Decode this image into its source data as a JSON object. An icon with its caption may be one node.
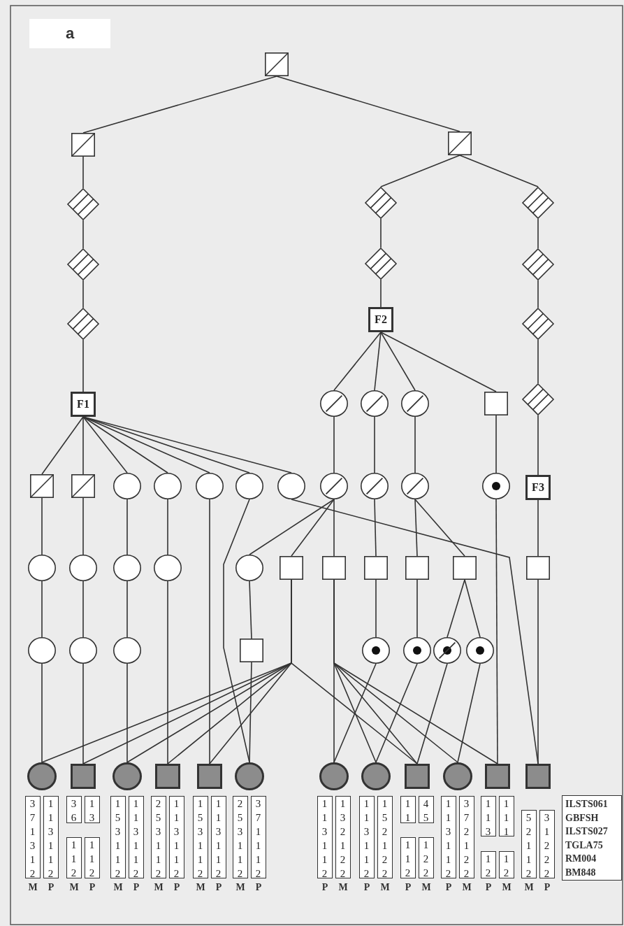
{
  "diagram": {
    "nodes": [
      {
        "text": [],
        "shape": "box"
      },
      {
        "text": [],
        "shape": "box"
      },
      {
        "text": [],
        "shape": "box"
      },
      {
        "text": [],
        "shape": "diamond"
      },
      {
        "text": [],
        "shape": "diamond"
      },
      {
        "text": [],
        "shape": "diamond"
      },
      {
        "text": [],
        "shape": "diamond"
      },
      {
        "text": [],
        "shape": "diamond"
      },
      {
        "text": [],
        "shape": "diamond"
      },
      {
        "text": [],
        "shape": "diamond"
      },
      {
        "text": [
          "F2"
        ]
      },
      {
        "text": [],
        "shape": "diamond"
      },
      {
        "text": [
          "F1"
        ]
      },
      {
        "text": [],
        "shape": "circle"
      },
      {
        "text": [],
        "shape": "circle"
      },
      {
        "text": [],
        "shape": "circle"
      },
      {
        "text": [],
        "shape": "box"
      },
      {
        "text": [],
        "shape": "diamond"
      },
      {
        "text": [],
        "shape": "box"
      },
      {
        "text": [],
        "shape": "box"
      },
      {
        "text": [],
        "shape": "circle"
      },
      {
        "text": [],
        "shape": "circle"
      },
      {
        "text": [],
        "shape": "circle"
      },
      {
        "text": [],
        "shape": "circle"
      },
      {
        "text": [],
        "shape": "circle"
      },
      {
        "text": [],
        "shape": "circle"
      },
      {
        "text": [],
        "shape": "circle"
      },
      {
        "text": [],
        "shape": "circle"
      },
      {
        "text": [],
        "shape": "circle"
      },
      {
        "text": [
          "F3"
        ]
      },
      {
        "text": [],
        "shape": "circle"
      },
      {
        "text": [],
        "shape": "circle"
      },
      {
        "text": [],
        "shape": "circle"
      },
      {
        "text": [],
        "shape": "circle"
      },
      {
        "text": [],
        "shape": "circle"
      },
      {
        "text": [],
        "shape": "box"
      },
      {
        "text": [],
        "shape": "box"
      },
      {
        "text": [],
        "shape": "box"
      },
      {
        "text": [],
        "shape": "box"
      },
      {
        "text": [],
        "shape": "box"
      },
      {
        "text": [],
        "shape": "box"
      },
      {
        "text": [],
        "shape": "circle"
      },
      {
        "text": [],
        "shape": "circle"
      },
      {
        "text": [],
        "shape": "circle"
      },
      {
        "text": [],
        "shape": "box"
      },
      {
        "text": [],
        "shape": "circle"
      },
      {
        "text": [],
        "shape": "circle"
      },
      {
        "text": [],
        "shape": "circle"
      },
      {
        "text": [],
        "shape": "circle"
      },
      {
        "text": [],
        "shape": "circle"
      },
      {
        "text": [],
        "shape": "box"
      },
      {
        "text": [],
        "shape": "circle"
      },
      {
        "text": [],
        "shape": "box"
      },
      {
        "text": [],
        "shape": "box"
      },
      {
        "text": [],
        "shape": "circle"
      },
      {
        "text": [],
        "shape": "circle"
      },
      {
        "text": [],
        "shape": "circle"
      },
      {
        "text": [],
        "shape": "box"
      },
      {
        "text": [],
        "shape": "circle"
      },
      {
        "text": [],
        "shape": "box"
      },
      {
        "text": [],
        "shape": "box"
      },
      {
        "text": [
          "3 7 1 3 1 2"
        ],
        "beside": [
          "M"
        ]
      },
      {
        "text": [
          "1 1 3 1 1 2"
        ],
        "beside": [
          "P"
        ]
      },
      {
        "text": [
          "3 6"
        ]
      },
      {
        "text": [
          "1 3"
        ]
      },
      {
        "text": [
          "1 1 2"
        ],
        "beside": [
          "M"
        ]
      },
      {
        "text": [
          "1 1 2"
        ],
        "beside": [
          "P"
        ]
      },
      {
        "text": [
          "1 5 3 1 1 2"
        ],
        "beside": [
          "M"
        ]
      },
      {
        "text": [
          "1 1 3 1 1 2"
        ],
        "beside": [
          "P"
        ]
      },
      {
        "text": [
          "2 5 3 1 1 2"
        ],
        "beside": [
          "M"
        ]
      },
      {
        "text": [
          "1 1 3 1 1 2"
        ],
        "beside": [
          "P"
        ]
      },
      {
        "text": [
          "1 5 3 1 1 2"
        ],
        "beside": [
          "M"
        ]
      },
      {
        "text": [
          "1 1 3 1 1 2"
        ],
        "beside": [
          "P"
        ]
      },
      {
        "text": [
          "2 5 3 1 1 2"
        ],
        "beside": [
          "M"
        ]
      },
      {
        "text": [
          "3 7 1 1 1 2"
        ],
        "beside": [
          "P"
        ]
      },
      {
        "text": [
          "1 1 3 1 1 2"
        ],
        "beside": [
          "P"
        ]
      },
      {
        "text": [
          "1 3 2 1 2 2"
        ],
        "beside": [
          "M"
        ]
      },
      {
        "text": [
          "1 1 3 1 1 2"
        ],
        "beside": [
          "P"
        ]
      },
      {
        "text": [
          "1 5 2 1 2 2"
        ],
        "beside": [
          "M"
        ]
      },
      {
        "text": [
          "1 1"
        ]
      },
      {
        "text": [
          "4 5"
        ]
      },
      {
        "text": [
          "1 1 2"
        ],
        "beside": [
          "P"
        ]
      },
      {
        "text": [
          "1 2 2"
        ],
        "beside": [
          "M"
        ]
      },
      {
        "text": [
          "1 1 3 1 1 2"
        ],
        "beside": [
          "P"
        ]
      },
      {
        "text": [
          "3 7 2 1 2 2"
        ],
        "beside": [
          "M"
        ]
      },
      {
        "text": [
          "1 1 3"
        ]
      },
      {
        "text": [
          "1 1 1"
        ]
      },
      {
        "text": [
          "1 2"
        ],
        "beside": [
          "P"
        ]
      },
      {
        "text": [
          "1 2"
        ],
        "beside": [
          "M"
        ]
      },
      {
        "text": [
          "5 2 1 1 2"
        ],
        "beside": [
          "M"
        ]
      },
      {
        "text": [
          "3 1 2 2 2"
        ],
        "beside": [
          "P"
        ]
      },
      {
        "text": [
          "ILSTS061",
          "GBFSH",
          "ILSTS027",
          "TGLA75",
          "RM004",
          "BM848"
        ]
      }
    ],
    "edges": [
      {
        "from": 0,
        "to": 1,
        "arrow": "none"
      },
      {
        "from": 0,
        "to": 2,
        "arrow": "none"
      },
      {
        "from": 1,
        "to": 3,
        "arrow": "none"
      },
      {
        "from": 3,
        "to": 6,
        "arrow": "none"
      },
      {
        "from": 6,
        "to": 9,
        "arrow": "none"
      },
      {
        "from": 9,
        "to": 12,
        "arrow": "none"
      },
      {
        "from": 2,
        "to": 4,
        "arrow": "none"
      },
      {
        "from": 4,
        "to": 7,
        "arrow": "none"
      },
      {
        "from": 7,
        "to": 10,
        "arrow": "none"
      },
      {
        "from": 2,
        "to": 5,
        "arrow": "none"
      },
      {
        "from": 5,
        "to": 8,
        "arrow": "none"
      },
      {
        "from": 8,
        "to": 11,
        "arrow": "none"
      },
      {
        "from": 11,
        "to": 17,
        "arrow": "none"
      },
      {
        "from": 17,
        "to": 29,
        "arrow": "none"
      },
      {
        "from": 10,
        "to": 13,
        "arrow": "none"
      },
      {
        "from": 10,
        "to": 14,
        "arrow": "none"
      },
      {
        "from": 10,
        "to": 15,
        "arrow": "none"
      },
      {
        "from": 10,
        "to": 16,
        "arrow": "none"
      },
      {
        "from": 12,
        "to": 18,
        "arrow": "none"
      },
      {
        "from": 12,
        "to": 19,
        "arrow": "none"
      },
      {
        "from": 12,
        "to": 20,
        "arrow": "none"
      },
      {
        "from": 12,
        "to": 21,
        "arrow": "none"
      },
      {
        "from": 12,
        "to": 22,
        "arrow": "none"
      },
      {
        "from": 12,
        "to": 23,
        "arrow": "none"
      },
      {
        "from": 12,
        "to": 24,
        "arrow": "none"
      },
      {
        "from": 13,
        "to": 25,
        "arrow": "none"
      },
      {
        "from": 14,
        "to": 26,
        "arrow": "none"
      },
      {
        "from": 15,
        "to": 27,
        "arrow": "none"
      },
      {
        "from": 16,
        "to": 28,
        "arrow": "none"
      },
      {
        "from": 18,
        "to": 30,
        "arrow": "none"
      },
      {
        "from": 19,
        "to": 31,
        "arrow": "none"
      },
      {
        "from": 20,
        "to": 32,
        "arrow": "none"
      },
      {
        "from": 21,
        "to": 33,
        "arrow": "none"
      },
      {
        "from": 22,
        "to": 53,
        "arrow": "none"
      },
      {
        "from": 23,
        "to": 54,
        "arrow": "none"
      },
      {
        "from": 24,
        "to": 60,
        "arrow": "none"
      },
      {
        "from": 25,
        "to": 34,
        "arrow": "none"
      },
      {
        "from": 25,
        "to": 35,
        "arrow": "none"
      },
      {
        "from": 25,
        "to": 36,
        "arrow": "none"
      },
      {
        "from": 26,
        "to": 37,
        "arrow": "none"
      },
      {
        "from": 27,
        "to": 38,
        "arrow": "none"
      },
      {
        "from": 27,
        "to": 39,
        "arrow": "none"
      },
      {
        "from": 28,
        "to": 59,
        "arrow": "none"
      },
      {
        "from": 29,
        "to": 40,
        "arrow": "none"
      },
      {
        "from": 30,
        "to": 41,
        "arrow": "none"
      },
      {
        "from": 31,
        "to": 42,
        "arrow": "none"
      },
      {
        "from": 32,
        "to": 43,
        "arrow": "none"
      },
      {
        "from": 33,
        "to": 52,
        "arrow": "none"
      },
      {
        "from": 34,
        "to": 44,
        "arrow": "none"
      },
      {
        "from": 35,
        "to": 49,
        "arrow": "none"
      },
      {
        "from": 35,
        "to": 50,
        "arrow": "none"
      },
      {
        "from": 35,
        "to": 51,
        "arrow": "none"
      },
      {
        "from": 35,
        "to": 52,
        "arrow": "none"
      },
      {
        "from": 35,
        "to": 53,
        "arrow": "none"
      },
      {
        "from": 35,
        "to": 57,
        "arrow": "none"
      },
      {
        "from": 36,
        "to": 55,
        "arrow": "none"
      },
      {
        "from": 36,
        "to": 56,
        "arrow": "none"
      },
      {
        "from": 36,
        "to": 57,
        "arrow": "none"
      },
      {
        "from": 36,
        "to": 58,
        "arrow": "none"
      },
      {
        "from": 36,
        "to": 59,
        "arrow": "none"
      },
      {
        "from": 37,
        "to": 45,
        "arrow": "none"
      },
      {
        "from": 38,
        "to": 46,
        "arrow": "none"
      },
      {
        "from": 39,
        "to": 47,
        "arrow": "none"
      },
      {
        "from": 39,
        "to": 48,
        "arrow": "none"
      },
      {
        "from": 40,
        "to": 60,
        "arrow": "none"
      },
      {
        "from": 41,
        "to": 49,
        "arrow": "none"
      },
      {
        "from": 42,
        "to": 50,
        "arrow": "none"
      },
      {
        "from": 43,
        "to": 51,
        "arrow": "none"
      },
      {
        "from": 44,
        "to": 54,
        "arrow": "none"
      },
      {
        "from": 45,
        "to": 55,
        "arrow": "none"
      },
      {
        "from": 46,
        "to": 56,
        "arrow": "none"
      },
      {
        "from": 47,
        "to": 57,
        "arrow": "none"
      },
      {
        "from": 48,
        "to": 58,
        "arrow": "none"
      }
    ],
    "labels": [
      "a"
    ]
  }
}
